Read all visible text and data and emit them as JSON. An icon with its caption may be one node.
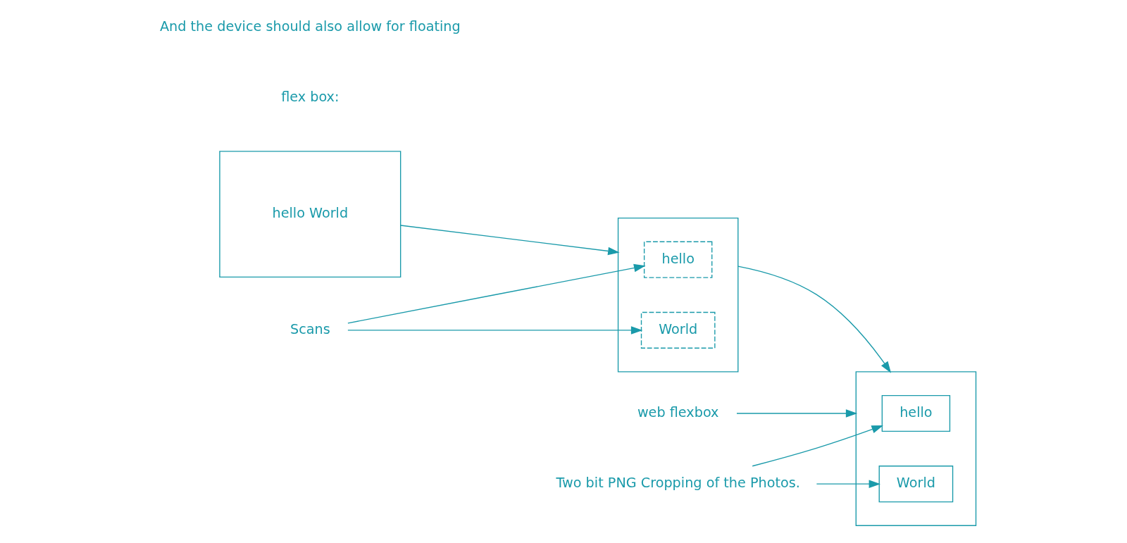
{
  "diagram": {
    "nodes": [
      {
        "text": [
          "hello World"
        ]
      },
      {
        "text": [],
        "shape": "box"
      },
      {
        "text": [
          "hello"
        ],
        "in": 1
      },
      {
        "text": [
          "World"
        ],
        "in": 1
      },
      {
        "text": [],
        "shape": "box"
      },
      {
        "text": [
          "hello"
        ],
        "in": 4
      },
      {
        "text": [
          "World"
        ],
        "in": 4
      },
      {
        "text": [
          "Scans"
        ]
      },
      {
        "text": [
          "web flexbox"
        ]
      },
      {
        "text": [
          "Two bit PNG Cropping of the Photos."
        ]
      }
    ],
    "edges": [
      {
        "from": 0,
        "to": 1,
        "arrow": "to"
      },
      {
        "from": 1,
        "to": 4,
        "arrow": "to"
      },
      {
        "from": 7,
        "to": 2,
        "arrow": "to"
      },
      {
        "from": 7,
        "to": 3,
        "arrow": "to"
      },
      {
        "from": 8,
        "to": 4,
        "arrow": "to"
      },
      {
        "from": 9,
        "to": 5,
        "arrow": "to"
      },
      {
        "from": 9,
        "to": 6,
        "arrow": "to"
      }
    ],
    "labels": [
      "flex box:",
      "And the device should also allow for floating"
    ]
  }
}
